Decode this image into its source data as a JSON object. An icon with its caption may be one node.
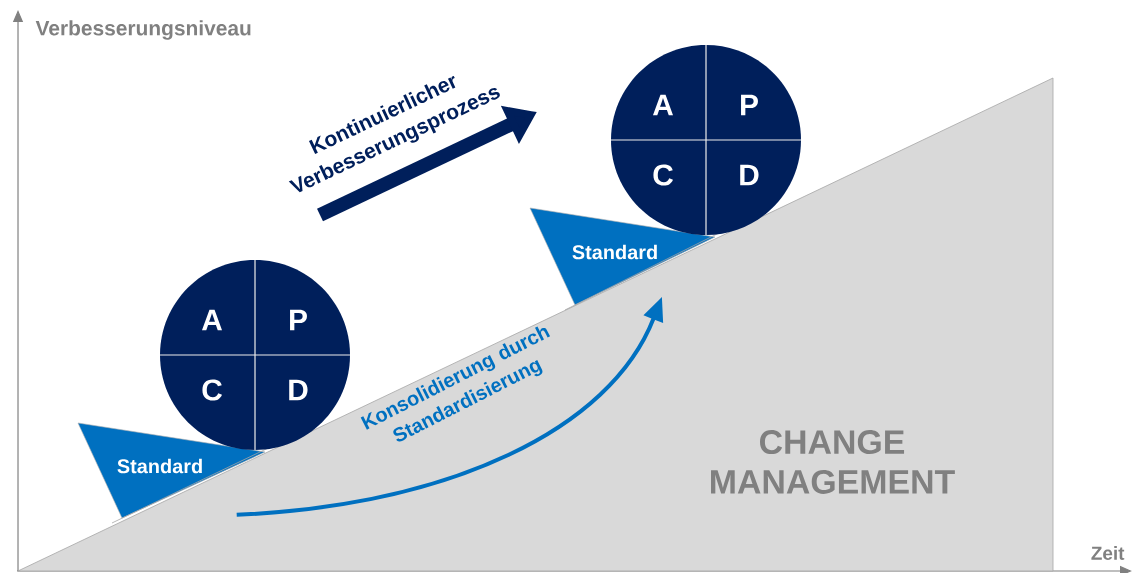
{
  "diagram": {
    "nodes": [
      {
        "text": [
          "Standard"
        ]
      },
      {
        "text": [
          "A",
          "P",
          "C",
          "D"
        ]
      },
      {
        "text": [
          "Standard"
        ]
      },
      {
        "text": [
          "A",
          "P",
          "C",
          "D"
        ]
      }
    ],
    "edges": [
      {
        "from": 0,
        "to": 2,
        "arrow": "to",
        "label": "Konsolidierung durch Standardisierung"
      }
    ],
    "labels": [
      "Verbesserungsniveau",
      "Kontinuierlicher Verbesserungsprozess",
      "CHANGE MANAGEMENT",
      "Zeit"
    ]
  }
}
